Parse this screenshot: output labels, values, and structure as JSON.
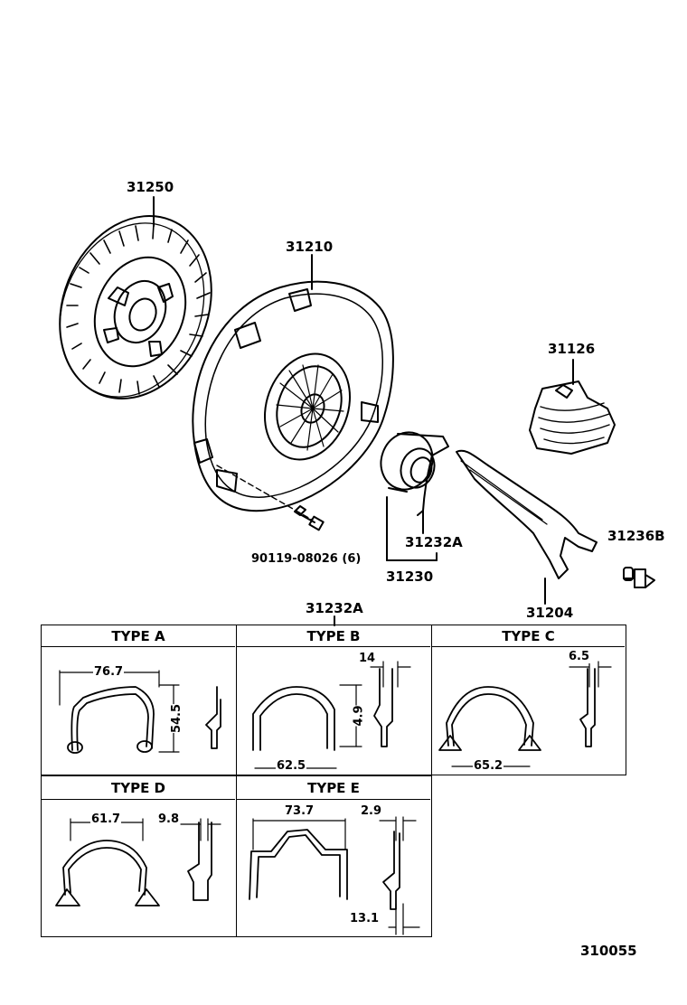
{
  "part_labels": {
    "clutch_disc": "31250",
    "clutch_cover": "31210",
    "boot": "31126",
    "bolt": "90119-08026 (6)",
    "clip": "31232A",
    "bearing_assy": "31230",
    "release_fork_bolt": "31236B",
    "release_fork": "31204"
  },
  "clip_table": {
    "title": "31232A",
    "types": [
      {
        "name": "TYPE A",
        "dims": [
          "76.7",
          "54.5"
        ]
      },
      {
        "name": "TYPE B",
        "dims": [
          "14",
          "4.9",
          "62.5"
        ]
      },
      {
        "name": "TYPE C",
        "dims": [
          "6.5",
          "65.2"
        ]
      },
      {
        "name": "TYPE D",
        "dims": [
          "61.7",
          "9.8"
        ]
      },
      {
        "name": "TYPE E",
        "dims": [
          "73.7",
          "2.9",
          "13.1"
        ]
      }
    ]
  },
  "figure_code": "310055"
}
